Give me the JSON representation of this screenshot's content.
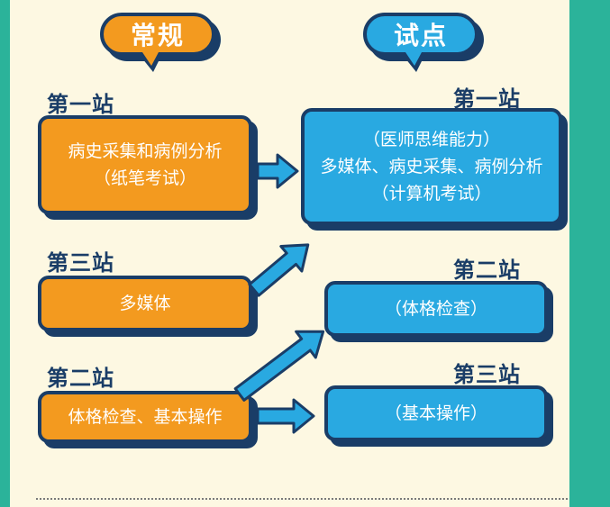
{
  "headers": {
    "regular": "常规",
    "pilot": "试点"
  },
  "regular": {
    "stage1": {
      "label": "第一站",
      "content": "病史采集和病例分析\n（纸笔考试）"
    },
    "stage3": {
      "label": "第三站",
      "content": "多媒体"
    },
    "stage2": {
      "label": "第二站",
      "content": "体格检查、基本操作"
    }
  },
  "pilot": {
    "stage1": {
      "label": "第一站",
      "content": "（医师思维能力）\n多媒体、病史采集、病例分析\n（计算机考试）"
    },
    "stage2": {
      "label": "第二站",
      "content": "（体格检查）"
    },
    "stage3": {
      "label": "第三站",
      "content": "（基本操作）"
    }
  },
  "colors": {
    "regular": "#f39a1f",
    "pilot": "#29a9e1",
    "outline": "#1a3d67",
    "background": "#fdf8e2",
    "frame": "#2bb39a"
  }
}
